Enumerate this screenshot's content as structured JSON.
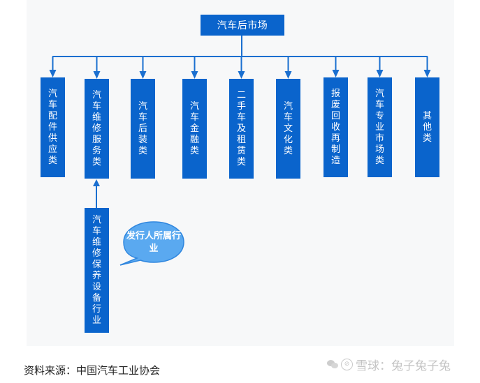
{
  "diagram": {
    "root": {
      "label": "汽车后市场"
    },
    "categories": [
      {
        "id": "parts",
        "label": "汽车配件供应类"
      },
      {
        "id": "repair",
        "label": "汽车维修服务类"
      },
      {
        "id": "aftermarket-install",
        "label": "汽车后装类"
      },
      {
        "id": "finance",
        "label": "汽车金融类"
      },
      {
        "id": "used-car-leasing",
        "label": "二手车及租赁类"
      },
      {
        "id": "culture",
        "label": "汽车文化类"
      },
      {
        "id": "scrap-remanufacture",
        "label": "报废回收再制造"
      },
      {
        "id": "specialty-market",
        "label": "汽车专业市场类"
      },
      {
        "id": "other",
        "label": "其他类"
      }
    ],
    "sub_node": {
      "parent": "repair",
      "label": "汽车维修保养设备行业"
    },
    "callout": {
      "label": "发行人所属行业"
    }
  },
  "colors": {
    "box_fill": "#0a64cc",
    "connector": "#1a6fd0",
    "callout_fill": "#5aa9f0",
    "callout_border": "#2f86de",
    "background": "#f7f8f9"
  },
  "footer": {
    "source": "资料来源：中国汽车工业协会",
    "watermark": "雪球：兔子兔子兔"
  }
}
